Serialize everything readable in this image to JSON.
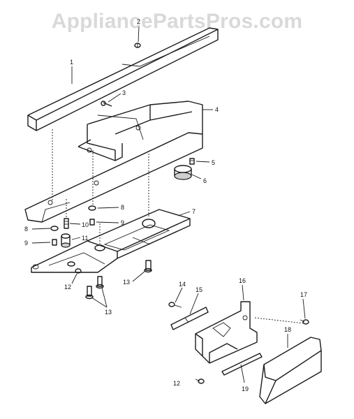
{
  "watermark": "AppliancePartsPros.com",
  "callouts": {
    "p1": "1",
    "p2": "2",
    "p3": "3",
    "p4": "4",
    "p5": "5",
    "p6": "6",
    "p7": "7",
    "p8a": "8",
    "p8b": "8",
    "p9a": "9",
    "p9b": "9",
    "p10": "10",
    "p11": "11",
    "p12a": "12",
    "p12b": "12",
    "p13a": "13",
    "p13b": "13",
    "p14": "14",
    "p15": "15",
    "p16": "16",
    "p17": "17",
    "p18": "18",
    "p19": "19"
  }
}
